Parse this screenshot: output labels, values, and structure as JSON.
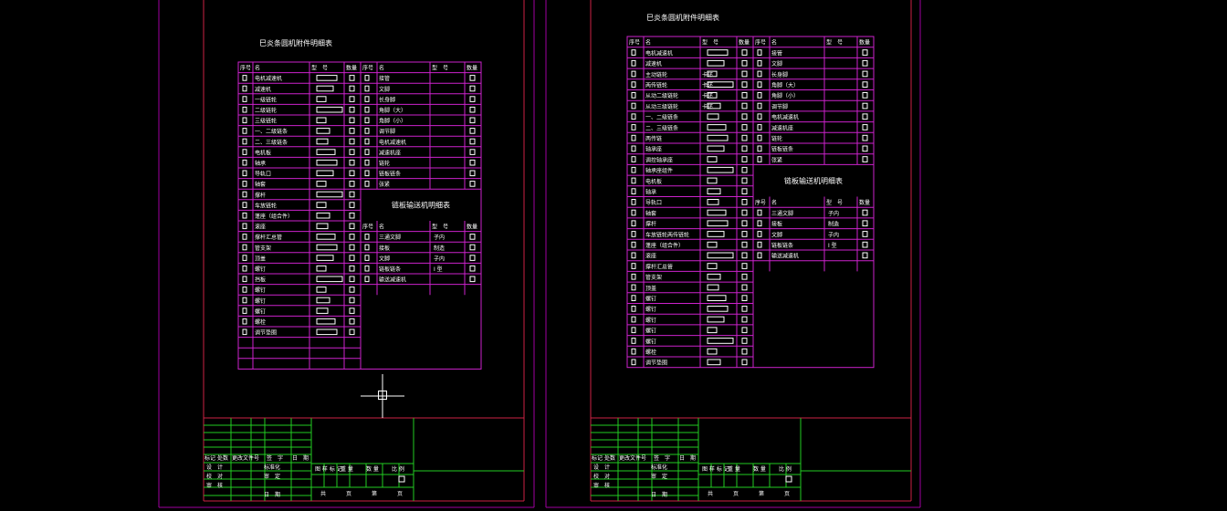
{
  "colors": {
    "background": "#000000",
    "frame": "#a000a0",
    "border": "#cc2244",
    "grid": "#cc22cc",
    "titleblock": "#22cc22",
    "text": "#ffffff"
  },
  "sheet_left": {
    "main_title": "巳炎条圆机附件明细表",
    "sub_title": "链板输送机明细表",
    "header": [
      "序号",
      "名",
      "型　号",
      "数量",
      "序号",
      "名",
      "型　号",
      "数量"
    ],
    "col1_names": [
      "电机减速机",
      "减速机",
      "一级链轮",
      "二级链轮",
      "三级链轮",
      "一、二级链条",
      "二、三级链条",
      "电机板",
      "轴承",
      "导轨口",
      "轴套",
      "撑杆",
      "车放链轮",
      "蓬座（组合件）",
      "滚座",
      "撑杆汇总管",
      "管支架",
      "顶盖",
      "螺钉",
      "挡板",
      "螺钉",
      "螺钉",
      "螺钉",
      "螺栓",
      "调节垫圈"
    ],
    "col2_names": [
      "接管",
      "文脚",
      "长身脚",
      "角脚（大）",
      "角脚（小）",
      "调节脚",
      "电机减速机",
      "减速机座",
      "链轮",
      "链板链条",
      "张紧"
    ],
    "col2b_names": [
      "三通文脚",
      "接板",
      "文脚",
      "链板链条",
      "输送减速机"
    ],
    "col2b_spec": [
      "子内",
      "制造",
      "子内",
      "I 型"
    ]
  },
  "sheet_right": {
    "main_title": "巳炎条圆机附件明细表",
    "sub_title": "链板输送机明细表",
    "header": [
      "序号",
      "名",
      "型　号",
      "数量",
      "序号",
      "名",
      "型　号",
      "数量"
    ],
    "col1_names": [
      "电机减速机",
      "减速机",
      "主动链轮",
      "两传链轮",
      "从动二级链轮",
      "从动三级链轮",
      "一、二级链条",
      "二、三级链条",
      "两传链",
      "轴承座",
      "调控轴承座",
      "轴承座组件",
      "电机板",
      "轴承",
      "导轨口",
      "轴套",
      "撑杆",
      "车放链轮两传链轮",
      "蓬座（组合件）",
      "滚座",
      "撑杆汇总管",
      "管支架",
      "顶盖",
      "螺钉",
      "螺钉",
      "螺钉",
      "螺钉",
      "螺钉",
      "螺栓",
      "调节垫圈"
    ],
    "col1_specs": [
      "",
      "",
      "卡环",
      "卡环",
      "卡环",
      "卡环"
    ],
    "col2_names": [
      "接管",
      "文脚",
      "长身脚",
      "角脚（大）",
      "角脚（小）",
      "调节脚",
      "电机减速机",
      "减速机座",
      "链轮",
      "链板链条",
      "张紧"
    ],
    "col2b_names": [
      "三通文脚",
      "接板",
      "文脚",
      "链板链条",
      "输送减速机"
    ],
    "col2b_spec": [
      "子内",
      "制造",
      "子内",
      "I 型"
    ]
  },
  "title_block": {
    "row_header": [
      "标记",
      "处数",
      "更改文件号",
      "签　字",
      "日　期"
    ],
    "rows": [
      [
        "设　计",
        "标准化"
      ],
      [
        "校　对",
        "审　定"
      ],
      [
        "审　核",
        ""
      ],
      [
        "",
        "日　期"
      ]
    ],
    "stage_header": [
      "图 样 标 记",
      "重 量",
      "数 量",
      "比 例"
    ],
    "sheet_row": [
      "共",
      "页",
      "第",
      "页"
    ]
  }
}
